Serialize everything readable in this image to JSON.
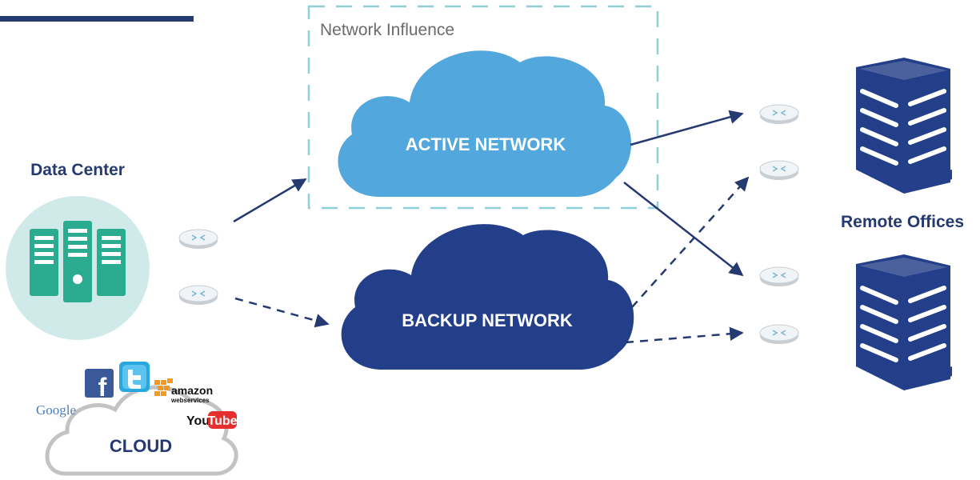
{
  "header_bar": {
    "color": "#243a70"
  },
  "influence_box": {
    "label": "Network Influence",
    "border_color": "#8fd0d8",
    "text_color": "#6b6b6b"
  },
  "networks": {
    "active": {
      "label": "ACTIVE NETWORK",
      "color": "#52a8dd"
    },
    "backup": {
      "label": "BACKUP NETWORK",
      "color": "#233f89"
    }
  },
  "data_center": {
    "label": "Data Center",
    "circle_color": "#cfeae8",
    "server_color": "#2bab8f"
  },
  "remote_offices": {
    "label": "Remote Offices",
    "building_color": "#233f89"
  },
  "cloud": {
    "label": "CLOUD",
    "outline_color": "#c3c3c3",
    "services": {
      "google": "Google",
      "amazon_line1": "amazon",
      "amazon_line2": "webservices",
      "youtube_you": "You",
      "youtube_tube": "Tube"
    }
  },
  "colors": {
    "text_dark": "#243a70",
    "arrow": "#243a70",
    "router_fill": "#f1f4f6",
    "router_stroke": "#c8ced3",
    "router_arrow": "#7fb8d6"
  },
  "icons": {
    "facebook": "facebook-icon",
    "twitter": "twitter-icon",
    "amazon": "amazon-web-services-icon",
    "youtube": "youtube-icon",
    "google": "google-logo",
    "router": "router-icon",
    "building": "office-building-icon",
    "server": "server-rack-icon"
  }
}
